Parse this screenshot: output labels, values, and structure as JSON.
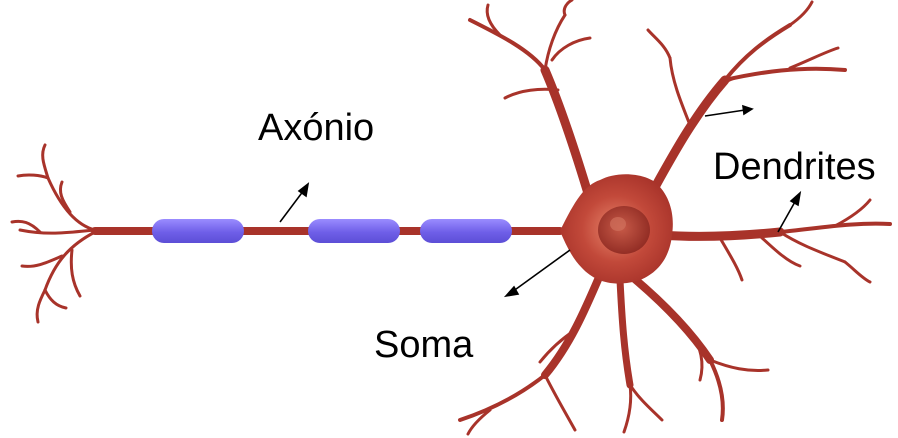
{
  "labels": {
    "axon": "Axónio",
    "dendrites": "Dendrites",
    "soma": "Soma"
  },
  "colors": {
    "background": "#ffffff",
    "neuron": "#a8332a",
    "soma_highlight": "#e07560",
    "myelin": "#7b6cf0",
    "arrow": "#000000",
    "text": "#000000"
  }
}
